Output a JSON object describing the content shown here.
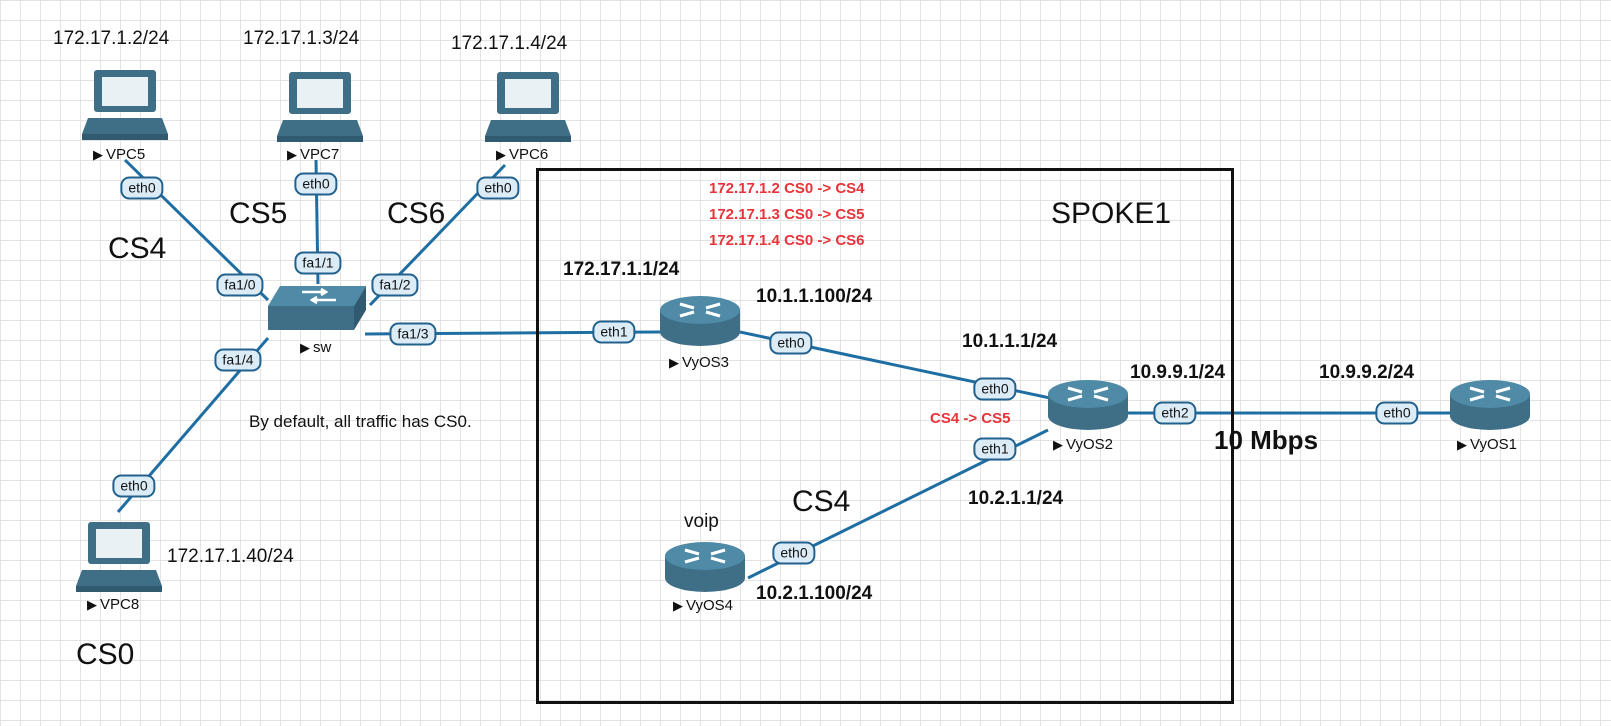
{
  "ips": {
    "vpc5": "172.17.1.2/24",
    "vpc7": "172.17.1.3/24",
    "vpc6": "172.17.1.4/24",
    "vpc8": "172.17.1.40/24",
    "vyos3_eth1": "172.17.1.1/24",
    "vyos3_eth0": "10.1.1.100/24",
    "vyos2_eth0": "10.1.1.1/24",
    "vyos2_eth2": "10.9.9.1/24",
    "vyos1_eth0": "10.9.9.2/24",
    "vyos2_eth1": "10.2.1.1/24",
    "vyos4_eth0": "10.2.1.100/24"
  },
  "classes": {
    "vpc5_link": "CS4",
    "vpc7_link": "CS5",
    "vpc6_link": "CS6",
    "vpc8_link": "CS0",
    "voip_link": "CS4"
  },
  "rules": [
    "172.17.1.2 CS0 -> CS4",
    "172.17.1.3 CS0 -> CS5",
    "172.17.1.4 CS0 -> CS6"
  ],
  "vyos2_rule": "CS4 -> CS5",
  "box_title": "SPOKE1",
  "note": "By default, all traffic has CS0.",
  "bandwidth": "10 Mbps",
  "voip_label": "voip",
  "nodes": {
    "vpc5": "VPC5",
    "vpc7": "VPC7",
    "vpc6": "VPC6",
    "vpc8": "VPC8",
    "sw": "sw",
    "vyos3": "VyOS3",
    "vyos2": "VyOS2",
    "vyos1": "VyOS1",
    "vyos4": "VyOS4"
  },
  "ports": {
    "vpc5_eth0": "eth0",
    "vpc7_eth0": "eth0",
    "vpc6_eth0": "eth0",
    "vpc8_eth0": "eth0",
    "sw_fa10": "fa1/0",
    "sw_fa11": "fa1/1",
    "sw_fa12": "fa1/2",
    "sw_fa13": "fa1/3",
    "sw_fa14": "fa1/4",
    "vyos3_eth1": "eth1",
    "vyos3_eth0": "eth0",
    "vyos2_eth0": "eth0",
    "vyos2_eth1": "eth1",
    "vyos2_eth2": "eth2",
    "vyos1_eth0": "eth0",
    "vyos4_eth0": "eth0"
  },
  "colors": {
    "link": "#1f6ea3",
    "device": "#3f6f87",
    "rule_text": "#e8333a",
    "port_fill": "#dcecf7",
    "port_border": "#22618d"
  }
}
